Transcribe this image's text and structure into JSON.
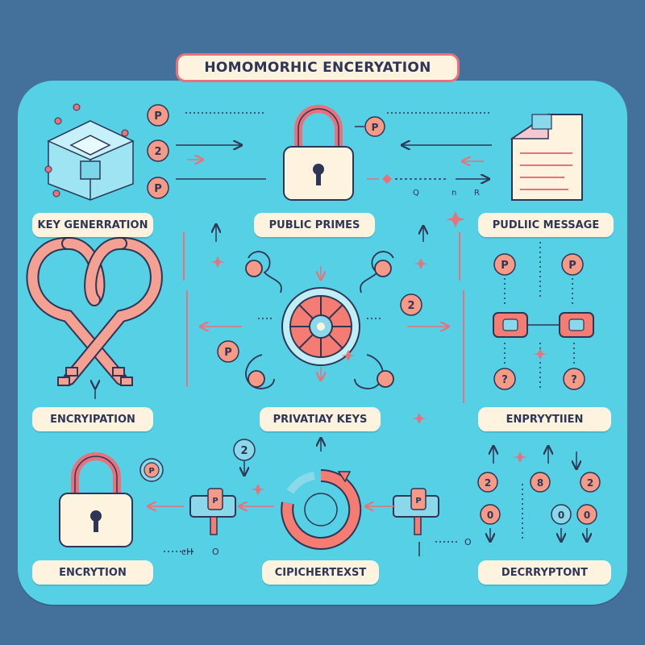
{
  "title": "HOMOMORHIC ENCERYATION",
  "labels": {
    "key_generation": "KEY GENERRATION",
    "public_primes": "PUBLIC PRIMES",
    "public_message": "PUDLIIC MESSAGE",
    "encryption_top": "ENCRYIPATION",
    "private_keys": "PRIVATIAY KEYS",
    "enprytien": "ENPRYYTIIEN",
    "encryption_bottom": "ENCRYTION",
    "ciphertext": "CIPICHERTEXST",
    "decryption": "DECRRYPTONT"
  },
  "glyphs": {
    "p": "P",
    "two": "2",
    "q": "?",
    "eight": "8",
    "zero": "0",
    "q_text": "Q",
    "n_text": "n",
    "r_text": "R",
    "ch_text": "cH",
    "o_text": "O"
  },
  "colors": {
    "background": "#44709c",
    "panel": "#56d0e4",
    "cream": "#fdf3df",
    "coral": "#e9717b",
    "dark": "#2f3554"
  }
}
